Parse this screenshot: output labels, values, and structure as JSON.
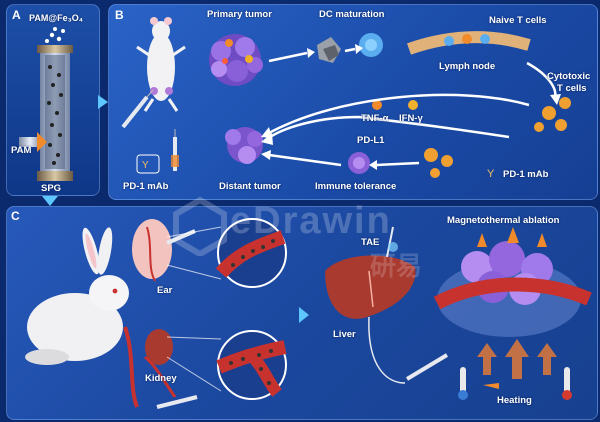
{
  "panel_a": {
    "letter": "A",
    "top_label": "PAM@Fe₃O₄",
    "side_label": "PAM",
    "bottom_label": "SPG"
  },
  "panel_b": {
    "letter": "B",
    "labels": {
      "primary_tumor": "Primary tumor",
      "dc_maturation": "DC maturation",
      "naive_t_cells": "Naive T cells",
      "lymph_node": "Lymph node",
      "cytotoxic_t_cells_1": "Cytotoxic",
      "cytotoxic_t_cells_2": "T cells",
      "tnf": "TNF-α",
      "ifn": "IFN-γ",
      "pd_l1": "PD-L1",
      "pd1_mab_right": "PD-1 mAb",
      "pd1_mab_left": "PD-1 mAb",
      "distant_tumor": "Distant tumor",
      "immune_tolerance": "Immune tolerance"
    }
  },
  "panel_c": {
    "letter": "C",
    "labels": {
      "ear": "Ear",
      "kidney": "Kidney",
      "tae": "TAE",
      "liver": "Liver",
      "magnetothermal": "Magnetothermal ablation",
      "heating": "Heating"
    }
  },
  "watermark": {
    "text": "eDrawin",
    "subtext": "研易"
  },
  "colors": {
    "background": "#0b2a6e",
    "panel": "#1f52b0",
    "tumor": "#8a5fd6",
    "vessel": "#c8322e",
    "arrow": "#ffffff",
    "heat": "#f08a2a"
  }
}
